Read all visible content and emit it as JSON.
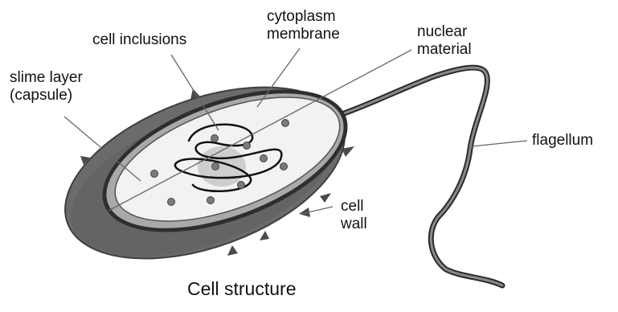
{
  "labels": {
    "slime_layer": [
      "slime layer",
      "(capsule)"
    ],
    "cell_inclusions": "cell inclusions",
    "cytoplasm_membrane": [
      "cytoplasm",
      "membrane"
    ],
    "nuclear_material": [
      "nuclear",
      "material"
    ],
    "flagellum": "flagellum",
    "cell_wall": [
      "cell",
      "wall"
    ]
  },
  "caption": "Cell structure",
  "colors": {
    "capsule": "#6b6b6b",
    "capsule_dark": "#4a4a4a",
    "cell_wall": "#2e2e2e",
    "membrane": "#a9a9a9",
    "cytoplasm": "#f2f2f2",
    "nucleoid": "#c4c4c4",
    "inclusion": "#7a7a7a",
    "leader_line": "#666666"
  }
}
